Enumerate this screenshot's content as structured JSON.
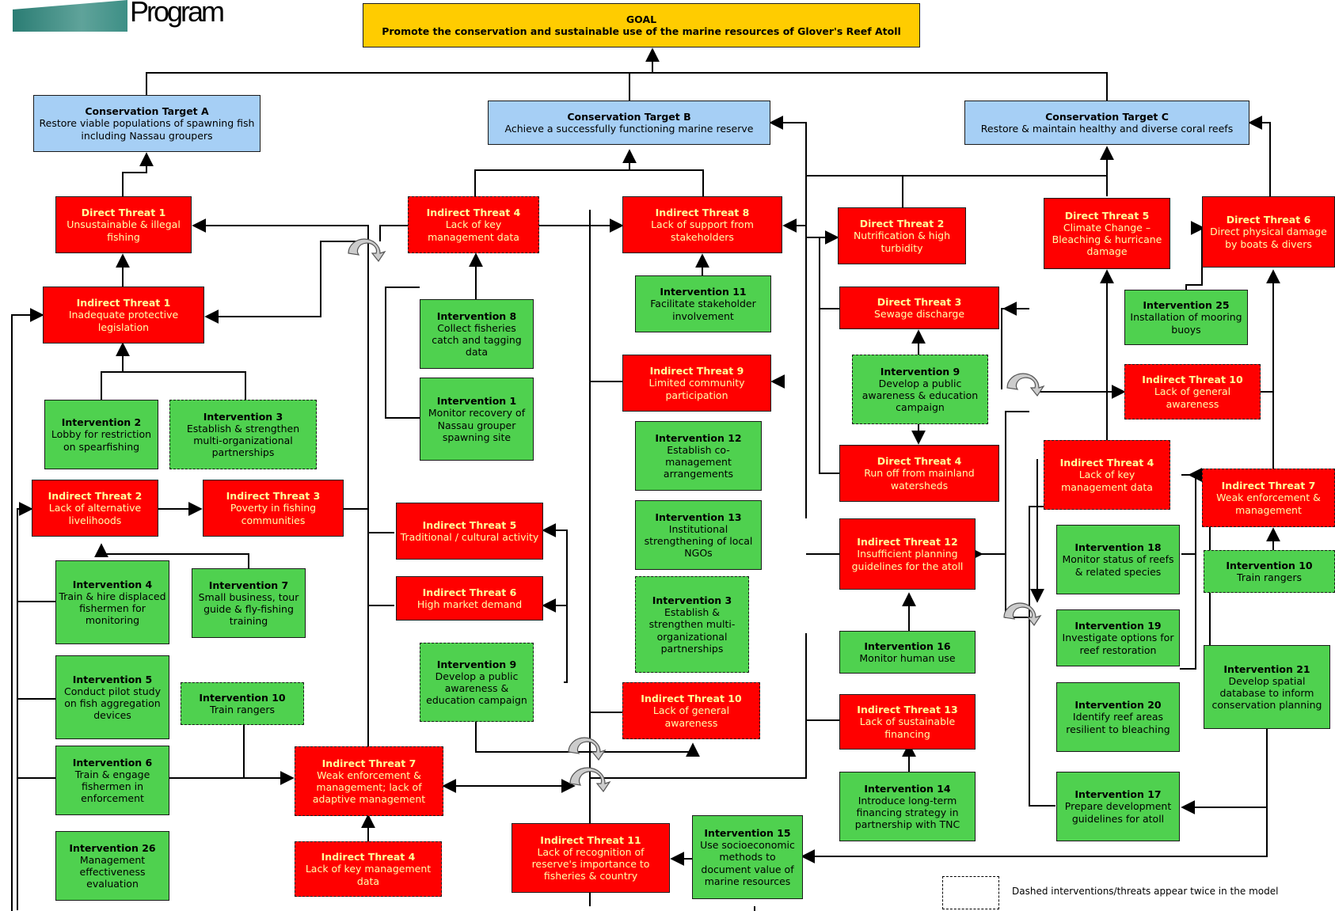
{
  "header": {
    "program": "Program"
  },
  "legend": {
    "text": "Dashed interventions/threats appear twice in the model"
  },
  "nodes": {
    "goal": {
      "title": "GOAL",
      "text": "Promote the conservation and sustainable use of the marine resources of Glover's Reef Atoll"
    },
    "cta": {
      "title": "Conservation Target A",
      "text": "Restore viable populations of spawning fish including Nassau groupers"
    },
    "ctb": {
      "title": "Conservation Target B",
      "text": "Achieve a successfully functioning marine reserve"
    },
    "ctc": {
      "title": "Conservation Target C",
      "text": "Restore & maintain healthy and diverse coral reefs"
    },
    "dt1": {
      "title": "Direct Threat 1",
      "text": "Unsustainable & illegal fishing"
    },
    "it4a": {
      "title": "Indirect Threat 4",
      "text": "Lack of key management data"
    },
    "it8": {
      "title": "Indirect Threat 8",
      "text": "Lack of support from stakeholders"
    },
    "dt2": {
      "title": "Direct Threat 2",
      "text": "Nutrification & high turbidity"
    },
    "dt5": {
      "title": "Direct Threat 5",
      "text": "Climate Change – Bleaching & hurricane damage"
    },
    "dt6": {
      "title": "Direct Threat 6",
      "text": "Direct physical damage by boats & divers"
    },
    "it1": {
      "title": "Indirect Threat 1",
      "text": "Inadequate protective legislation"
    },
    "in8": {
      "title": "Intervention 8",
      "text": "Collect fisheries catch and tagging data"
    },
    "in11": {
      "title": "Intervention 11",
      "text": "Facilitate stakeholder involvement"
    },
    "dt3": {
      "title": "Direct Threat 3",
      "text": "Sewage discharge"
    },
    "in25": {
      "title": "Intervention 25",
      "text": "Installation of mooring buoys"
    },
    "it9": {
      "title": "Indirect Threat 9",
      "text": "Limited community participation"
    },
    "in9a": {
      "title": "Intervention 9",
      "text": "Develop a public awareness & education campaign"
    },
    "it10a": {
      "title": "Indirect Threat 10",
      "text": "Lack of general awareness"
    },
    "in2": {
      "title": "Intervention 2",
      "text": "Lobby for restriction on spearfishing"
    },
    "in3a": {
      "title": "Intervention 3",
      "text": "Establish & strengthen multi-organizational partnerships"
    },
    "in1": {
      "title": "Intervention 1",
      "text": "Monitor recovery of Nassau grouper spawning site"
    },
    "in12": {
      "title": "Intervention 12",
      "text": "Establish co-management arrangements"
    },
    "dt4": {
      "title": "Direct Threat 4",
      "text": "Run off from mainland watersheds"
    },
    "it4b": {
      "title": "Indirect Threat 4",
      "text": "Lack of key management data"
    },
    "it7a": {
      "title": "Indirect Threat 7",
      "text": "Weak enforcement & management"
    },
    "it2": {
      "title": "Indirect Threat 2",
      "text": "Lack of alternative livelihoods"
    },
    "it3": {
      "title": "Indirect Threat 3",
      "text": "Poverty in fishing communities"
    },
    "it5": {
      "title": "Indirect Threat 5",
      "text": "Traditional / cultural activity"
    },
    "in13": {
      "title": "Intervention 13",
      "text": "Institutional strengthening of local NGOs"
    },
    "it12": {
      "title": "Indirect Threat 12",
      "text": "Insufficient planning guidelines for the atoll"
    },
    "in18": {
      "title": "Intervention 18",
      "text": "Monitor status of reefs & related species"
    },
    "in10a": {
      "title": "Intervention 10",
      "text": "Train rangers"
    },
    "in4": {
      "title": "Intervention 4",
      "text": "Train & hire displaced fishermen for monitoring"
    },
    "in7": {
      "title": "Intervention 7",
      "text": "Small business, tour guide & fly-fishing training"
    },
    "it6": {
      "title": "Indirect Threat 6",
      "text": "High market demand"
    },
    "in3b": {
      "title": "Intervention 3",
      "text": "Establish & strengthen multi-organizational partnerships"
    },
    "in19": {
      "title": "Intervention 19",
      "text": "Investigate options for reef restoration"
    },
    "in16": {
      "title": "Intervention 16",
      "text": "Monitor human use"
    },
    "in21": {
      "title": "Intervention 21",
      "text": "Develop spatial database to inform conservation planning"
    },
    "in9b": {
      "title": "Intervention 9",
      "text": "Develop a public awareness & education campaign"
    },
    "in5": {
      "title": "Intervention 5",
      "text": "Conduct pilot study on fish aggregation devices"
    },
    "in10b": {
      "title": "Intervention 10",
      "text": "Train rangers"
    },
    "it10b": {
      "title": "Indirect Threat 10",
      "text": "Lack of general awareness"
    },
    "it13": {
      "title": "Indirect Threat 13",
      "text": "Lack of sustainable financing"
    },
    "in20": {
      "title": "Intervention 20",
      "text": "Identify reef areas resilient to bleaching"
    },
    "in6": {
      "title": "Intervention 6",
      "text": "Train & engage fishermen in enforcement"
    },
    "it7b": {
      "title": "Indirect Threat 7",
      "text": "Weak enforcement & management; lack of adaptive management"
    },
    "in14": {
      "title": "Intervention 14",
      "text": "Introduce long-term financing strategy in partnership with TNC"
    },
    "in17": {
      "title": "Intervention 17",
      "text": "Prepare development guidelines for atoll"
    },
    "in26": {
      "title": "Intervention 26",
      "text": "Management effectiveness evaluation"
    },
    "it11": {
      "title": "Indirect Threat 11",
      "text": "Lack of recognition of reserve's importance to fisheries & country"
    },
    "in15": {
      "title": "Intervention 15",
      "text": "Use socioeconomic methods to document value of marine resources"
    },
    "it4c": {
      "title": "Indirect Threat 4",
      "text": "Lack of key management data"
    }
  }
}
